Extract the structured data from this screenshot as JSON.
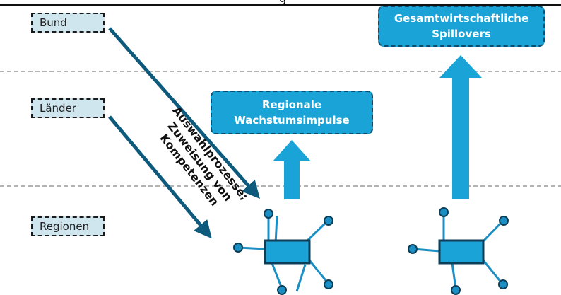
{
  "title_fragment": "g",
  "levels": {
    "bund": "Bund",
    "laender": "Länder",
    "regionen": "Regionen"
  },
  "boxes": {
    "regional_line1": "Regionale",
    "regional_line2": "Wachstumsimpulse",
    "spillover_line1": "Gesamtwirtschaftliche",
    "spillover_line2": "Spillovers"
  },
  "process_label": {
    "line1": "Auswahlprozesse;",
    "line2": "Zuweisung von",
    "line3": "Kompetenzen"
  },
  "colors": {
    "level_fill": "#cfe6ef",
    "accent": "#1aa3d6",
    "arrow_dark": "#0d5a7c",
    "network_node": "#1b8fc4"
  }
}
